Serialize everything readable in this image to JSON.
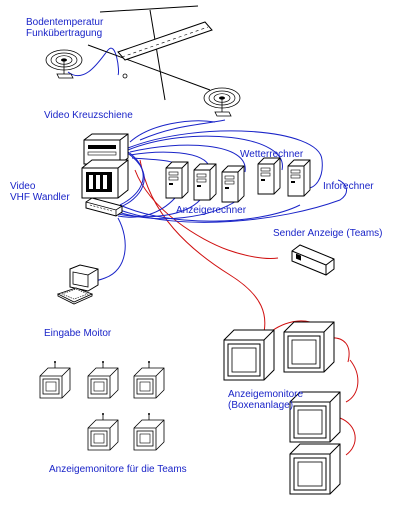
{
  "labels": {
    "boden_line1": "Bodentemperatur",
    "boden_line2": "Funkübertragung",
    "video_kreuzschiene": "Video Kreuzschiene",
    "video_wandler_line1": "Video",
    "video_wandler_line2": "VHF Wandler",
    "wetterrechner": "Wetterrechner",
    "inforechner": "Inforechner",
    "anzeigerechner": "Anzeigerechner",
    "sender_anzeige": "Sender Anzeige (Teams)",
    "eingabe_monitor": "Eingabe Moitor",
    "anzeigemonitore_line1": "Anzeigemonitore",
    "anzeigemonitore_line2": "(Boxenanlage)",
    "anzeigemonitore_teams": "Anzeigemonitore für die Teams"
  },
  "colors": {
    "text": "#1a24c8",
    "blue_cable": "#1a24c8",
    "red_cable": "#d01010",
    "device_outline": "#000000"
  },
  "icons": [
    "satellite-dish-icon",
    "rail-track-icon",
    "video-router-icon",
    "vhf-converter-icon",
    "tower-pc-icon",
    "transmitter-box-icon",
    "crt-monitor-icon",
    "keyboard-icon",
    "team-monitor-icon"
  ]
}
